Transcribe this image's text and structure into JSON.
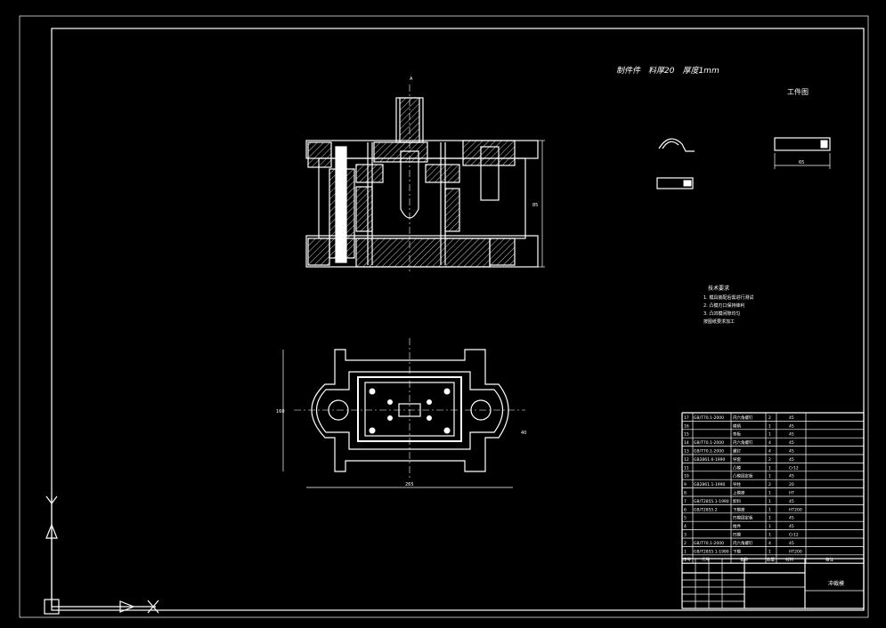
{
  "title_note": "制件件　料厚20　厚度1mm",
  "part_label": "工件图",
  "tech_requirements": {
    "heading": "技术要求",
    "items": [
      "1. 模具装配后需进行测试",
      "2. 凸模刃口保持锋利",
      "3. 凸凹模间隙均匀",
      "   按图纸要求加工"
    ]
  },
  "bom": {
    "rows": [
      {
        "no": "17",
        "std": "GB/T70.1-2000",
        "name": "内六角螺钉",
        "qty": "2",
        "mat": "45"
      },
      {
        "no": "16",
        "std": "",
        "name": "模柄",
        "qty": "1",
        "mat": "45"
      },
      {
        "no": "15",
        "std": "",
        "name": "垫板",
        "qty": "1",
        "mat": "45"
      },
      {
        "no": "14",
        "std": "GB/T70.1-2000",
        "name": "内六角螺钉",
        "qty": "4",
        "mat": "45"
      },
      {
        "no": "13",
        "std": "GB/T70.1-2000",
        "name": "螺钉",
        "qty": "4",
        "mat": "45"
      },
      {
        "no": "12",
        "std": "GB2861.6-1990",
        "name": "导套",
        "qty": "2",
        "mat": "45"
      },
      {
        "no": "11",
        "std": "",
        "name": "凸模",
        "qty": "1",
        "mat": "Cr12"
      },
      {
        "no": "10",
        "std": "",
        "name": "凸模固定板",
        "qty": "1",
        "mat": "45"
      },
      {
        "no": "9",
        "std": "GB2861.1-1990",
        "name": "导柱",
        "qty": "2",
        "mat": "20"
      },
      {
        "no": "8",
        "std": "",
        "name": "上模座",
        "qty": "1",
        "mat": "HT"
      },
      {
        "no": "7",
        "std": "GB/T2855.1-1990",
        "name": "卸料",
        "qty": "1",
        "mat": "45"
      },
      {
        "no": "6",
        "std": "GB/T2855.2",
        "name": "下模座",
        "qty": "1",
        "mat": "HT200"
      },
      {
        "no": "5",
        "std": "",
        "name": "凹模固定板",
        "qty": "1",
        "mat": "45"
      },
      {
        "no": "4",
        "std": "",
        "name": "推件",
        "qty": "1",
        "mat": "45"
      },
      {
        "no": "3",
        "std": "",
        "name": "凹模",
        "qty": "1",
        "mat": "Cr12"
      },
      {
        "no": "2",
        "std": "GB/T70.1-2000",
        "name": "内六角螺钉",
        "qty": "4",
        "mat": "45"
      },
      {
        "no": "1",
        "std": "GB/T2855.1-1990",
        "name": "下模",
        "qty": "1",
        "mat": "HT200"
      }
    ],
    "header": {
      "no": "序号",
      "std": "代号",
      "name": "名称",
      "qty": "数量",
      "mat": "材料",
      "note": "备注"
    }
  },
  "title_block": {
    "drawing_name": "冲裁模"
  },
  "dimensions": {
    "top_view_height": "85",
    "plan_width": "265",
    "plan_height": "160",
    "plan_side": "40",
    "part_length": "65",
    "top_label": "A"
  },
  "colors": {
    "line": "#ffffff",
    "background": "#000000"
  }
}
